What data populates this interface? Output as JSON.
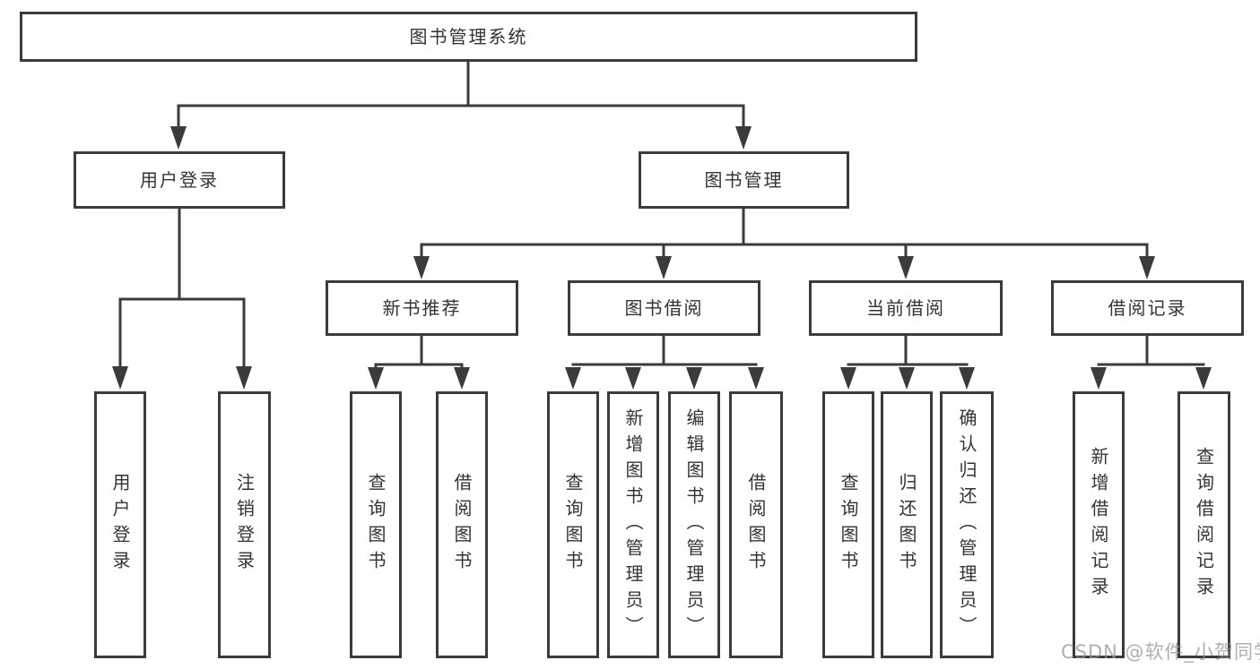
{
  "tree": {
    "label": "图书管理系统",
    "children": [
      {
        "label": "用户登录",
        "children": [
          {
            "label": "用户登录"
          },
          {
            "label": "注销登录"
          }
        ]
      },
      {
        "label": "图书管理",
        "children": [
          {
            "label": "新书推荐",
            "children": [
              {
                "label": "查询图书"
              },
              {
                "label": "借阅图书"
              }
            ]
          },
          {
            "label": "图书借阅",
            "children": [
              {
                "label": "查询图书"
              },
              {
                "label": "新增图书（管理员）"
              },
              {
                "label": "编辑图书（管理员）"
              },
              {
                "label": "借阅图书"
              }
            ]
          },
          {
            "label": "当前借阅",
            "children": [
              {
                "label": "查询图书"
              },
              {
                "label": "归还图书"
              },
              {
                "label": "确认归还（管理员）"
              }
            ]
          },
          {
            "label": "借阅记录",
            "children": [
              {
                "label": "新增借阅记录"
              },
              {
                "label": "查询借阅记录"
              }
            ]
          }
        ]
      }
    ]
  },
  "watermark": {
    "text": "CSDN @软件_小贺同学"
  },
  "colors": {
    "line": "#3b3b3b",
    "text": "#333333",
    "box_background": "#ffffff",
    "watermark": "#949494"
  }
}
